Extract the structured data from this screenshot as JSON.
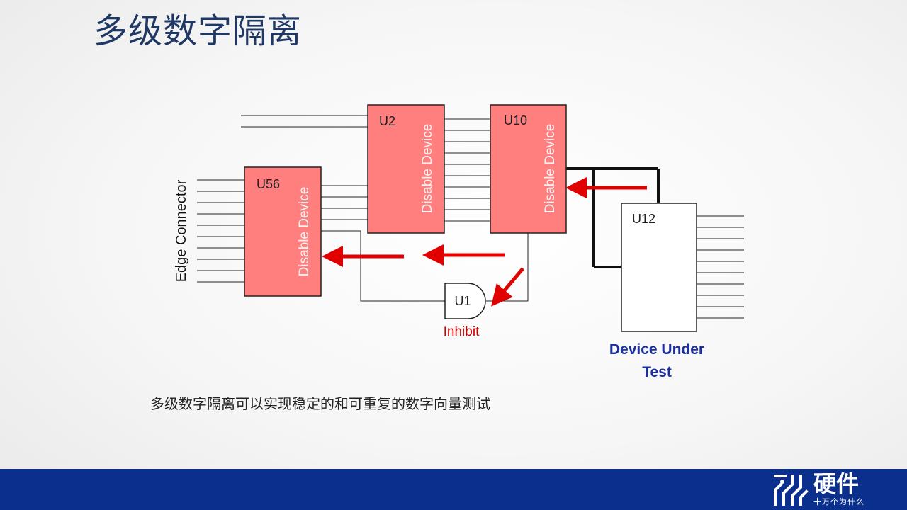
{
  "slide": {
    "title": "多级数字隔离",
    "caption": "多级数字隔离可以实现稳定的和可重复的数字向量测试"
  },
  "diagram": {
    "edge_connector_label": "Edge Connector",
    "devices": {
      "u56": {
        "id": "U56",
        "text": "Disable Device"
      },
      "u2": {
        "id": "U2",
        "text": "Disable Device"
      },
      "u10": {
        "id": "U10",
        "text": "Disable Device"
      },
      "u12": {
        "id": "U12"
      }
    },
    "gate": {
      "id": "U1",
      "label": "Inhibit"
    },
    "dut_label_line1": "Device Under",
    "dut_label_line2": "Test"
  },
  "footer": {
    "logo_main": "硬件",
    "logo_sub": "十万个为什么"
  },
  "colors": {
    "title": "#1f3864",
    "disable_fill": "#ff7f7f",
    "arrow": "#e00000",
    "inhibit_label": "#cc0000",
    "dut_label": "#1a2fa0",
    "footer": "#0b2f8c"
  }
}
